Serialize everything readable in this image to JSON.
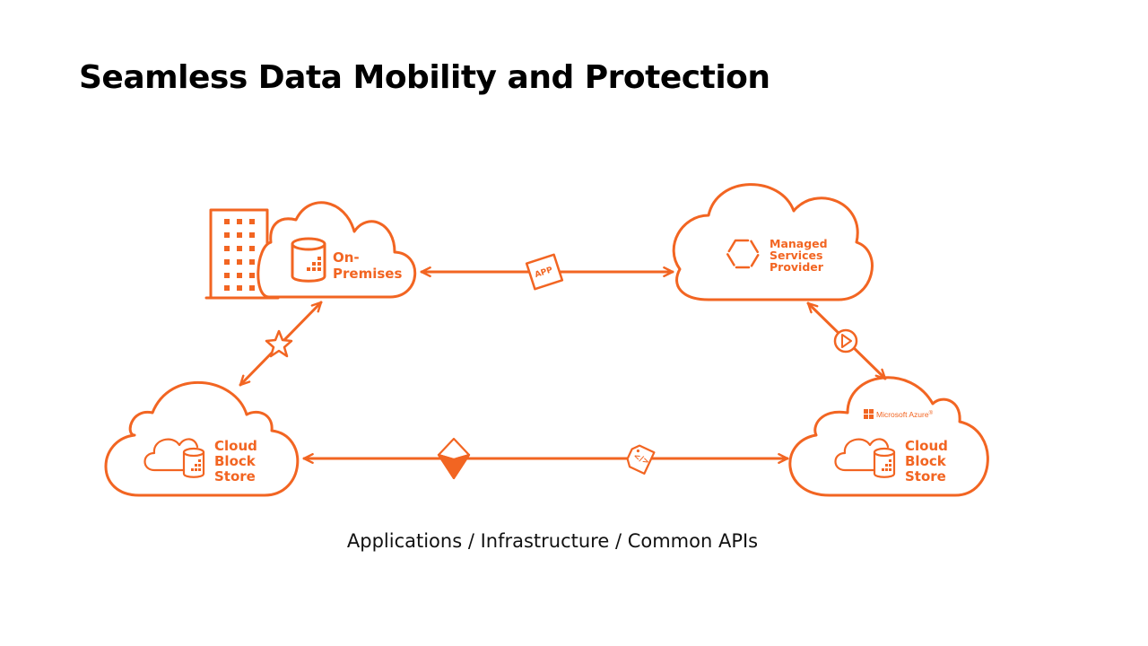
{
  "title": "Seamless Data Mobility and Protection",
  "caption": "Applications  /  Infrastructure  /  Common APIs",
  "colors": {
    "accent": "#f26522",
    "text": "#000000",
    "background": "#ffffff"
  },
  "nodes": {
    "on_premises": {
      "line1": "On-",
      "line2": "Premises",
      "icons": [
        "building-icon",
        "database-icon"
      ]
    },
    "managed_services": {
      "line1": "Managed",
      "line2": "Services",
      "line3": "Provider",
      "icons": [
        "hexagon-icon"
      ]
    },
    "cloud_block_store_left": {
      "line1": "Cloud",
      "line2": "Block",
      "line3": "Store",
      "icons": [
        "cloud-database-icon"
      ]
    },
    "cloud_block_store_azure": {
      "line1": "Cloud",
      "line2": "Block",
      "line3": "Store",
      "badge": "Microsoft Azure",
      "badge_mark": "®",
      "icons": [
        "microsoft-logo-icon",
        "cloud-database-icon"
      ]
    }
  },
  "connectors": {
    "top": {
      "icon": "app-tag-icon",
      "tag_label": "APP"
    },
    "left": {
      "icon": "star-icon"
    },
    "right": {
      "icon": "play-circle-icon"
    },
    "bottom": {
      "icons": [
        "cube-icon",
        "code-tag-icon"
      ],
      "code_symbol": "</>"
    }
  }
}
